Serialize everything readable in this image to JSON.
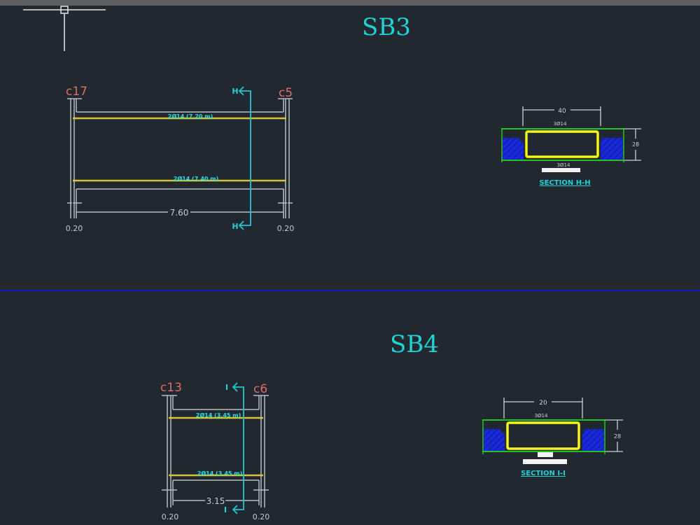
{
  "app": {
    "type": "CAD drawing viewport"
  },
  "colors": {
    "background": "#212830",
    "title": "#1fd3d6",
    "column_label": "#e06a6a",
    "beam_outline": "#b8bcc0",
    "rebar": "#d8c23a",
    "rebar_text": "#22e5e8",
    "section_line": "#1fc8d0",
    "divider": "#1818b8",
    "section_green": "#22c422",
    "section_yellow": "#f5f51a",
    "hatch_blue": "#1a2adb",
    "dim_text": "#c9c9c9"
  },
  "beams": [
    {
      "title": "SB3",
      "left_column": "c17",
      "right_column": "c5",
      "top_bar": "2Ø14 (7.20 m)",
      "bottom_bar": "2Ø14 (7.40 m)",
      "span": "7.60",
      "left_width": "0.20",
      "right_width": "0.20",
      "cut_label": "H",
      "section": {
        "title": "SECTION  H-H",
        "width": "40",
        "height": "28",
        "top_bars": "3Ø14",
        "bottom_bars": "3Ø14"
      }
    },
    {
      "title": "SB4",
      "left_column": "c13",
      "right_column": "c6",
      "top_bar": "2Ø14 (3.45 m)",
      "bottom_bar": "2Ø14 (3.45 m)",
      "span": "3.15",
      "left_width": "0.20",
      "right_width": "0.20",
      "cut_label": "I",
      "section": {
        "title": "SECTION  I-I",
        "width": "20",
        "height": "28",
        "top_bars": "3Ø14",
        "bottom_bars": ""
      }
    }
  ]
}
